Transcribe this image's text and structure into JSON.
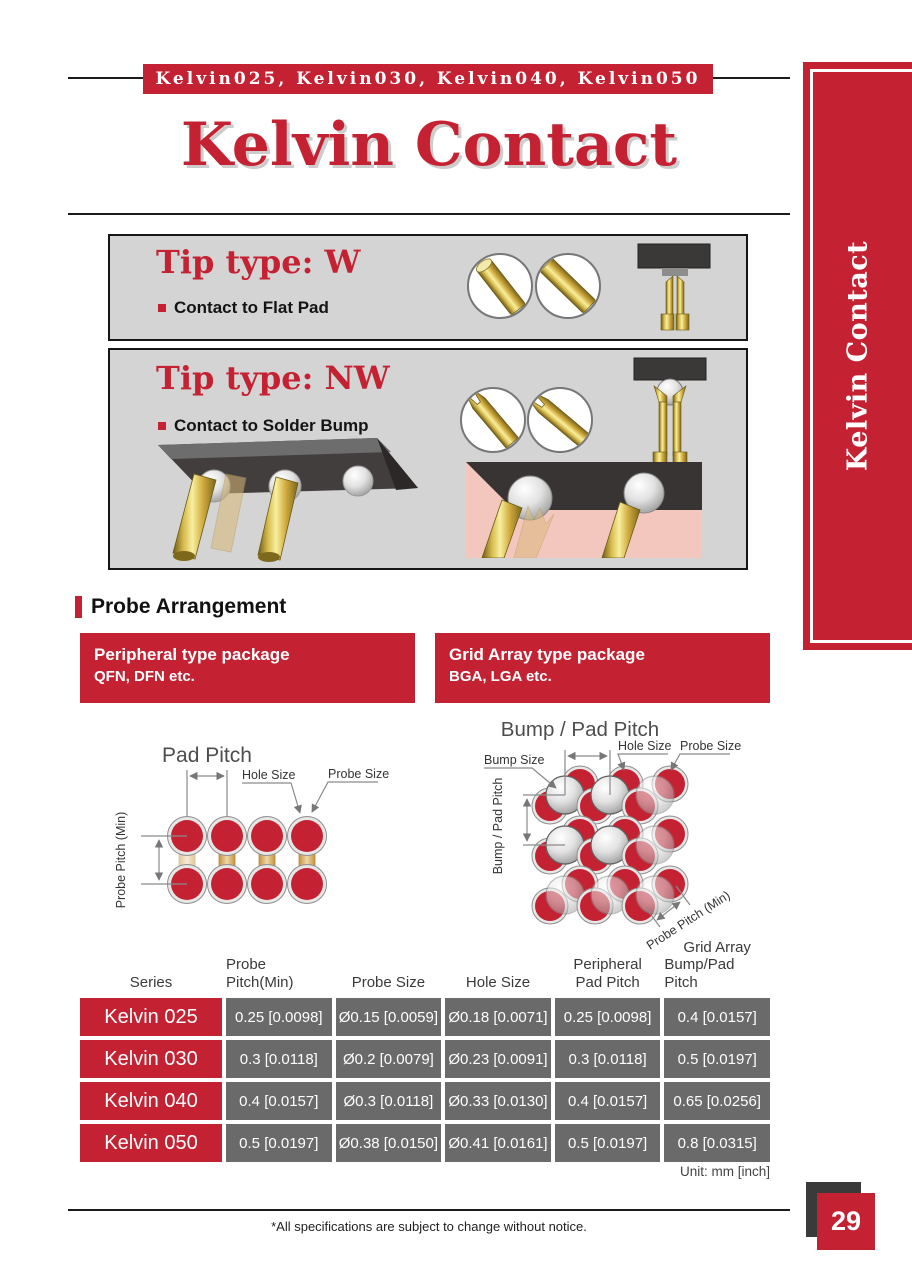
{
  "header": {
    "series_bar": "Kelvin025, Kelvin030, Kelvin040, Kelvin050",
    "title": "Kelvin Contact"
  },
  "sidebar": {
    "label": "Kelvin Contact"
  },
  "tip_panels": [
    {
      "heading": "Tip type: W",
      "bullet": "Contact to Flat Pad"
    },
    {
      "heading": "Tip type: NW",
      "bullet": "Contact to Solder Bump"
    }
  ],
  "probe_arrangement": {
    "section_title": "Probe Arrangement",
    "packages": [
      {
        "title": "Peripheral type package",
        "subtitle": "QFN, DFN etc."
      },
      {
        "title": "Grid Array type package",
        "subtitle": "BGA, LGA etc."
      }
    ],
    "peripheral_diagram": {
      "title": "Pad Pitch",
      "hole_label": "Hole Size",
      "probe_label": "Probe Size",
      "pitch_label": "Probe Pitch (Min)"
    },
    "grid_diagram": {
      "title": "Bump / Pad Pitch",
      "bump_label": "Bump Size",
      "hole_label": "Hole Size",
      "probe_label": "Probe Size",
      "vertical_pitch_label": "Bump / Pad Pitch",
      "diagonal_pitch_label": "Probe Pitch (Min)"
    }
  },
  "spec_table": {
    "columns": [
      [
        "Series"
      ],
      [
        "Probe Pitch(Min)"
      ],
      [
        "Probe Size"
      ],
      [
        "Hole Size"
      ],
      [
        "Peripheral",
        "Pad Pitch"
      ],
      [
        "Grid Array",
        "Bump/Pad Pitch"
      ]
    ],
    "rows": [
      {
        "series": "Kelvin 025",
        "values": [
          "0.25 [0.0098]",
          "Ø0.15 [0.0059]",
          "Ø0.18 [0.0071]",
          "0.25 [0.0098]",
          "0.4 [0.0157]"
        ]
      },
      {
        "series": "Kelvin 030",
        "values": [
          "0.3 [0.0118]",
          "Ø0.2 [0.0079]",
          "Ø0.23 [0.0091]",
          "0.3 [0.0118]",
          "0.5 [0.0197]"
        ]
      },
      {
        "series": "Kelvin 040",
        "values": [
          "0.4 [0.0157]",
          "Ø0.3 [0.0118]",
          "Ø0.33 [0.0130]",
          "0.4 [0.0157]",
          "0.65 [0.0256]"
        ]
      },
      {
        "series": "Kelvin 050",
        "values": [
          "0.5 [0.0197]",
          "Ø0.38 [0.0150]",
          "Ø0.41 [0.0161]",
          "0.5 [0.0197]",
          "0.8 [0.0315]"
        ]
      }
    ],
    "unit_note": "Unit: mm [inch]"
  },
  "footer": {
    "note": "*All specifications are subject to change without notice.",
    "page_number": "29"
  },
  "colors": {
    "accent_red": "#c42233",
    "cell_gray": "#6a6a6a",
    "panel_gray": "#d4d4d4",
    "dark_slab": "#3a3636",
    "pink": "#f4c7be",
    "gold": "#d4b33f"
  }
}
